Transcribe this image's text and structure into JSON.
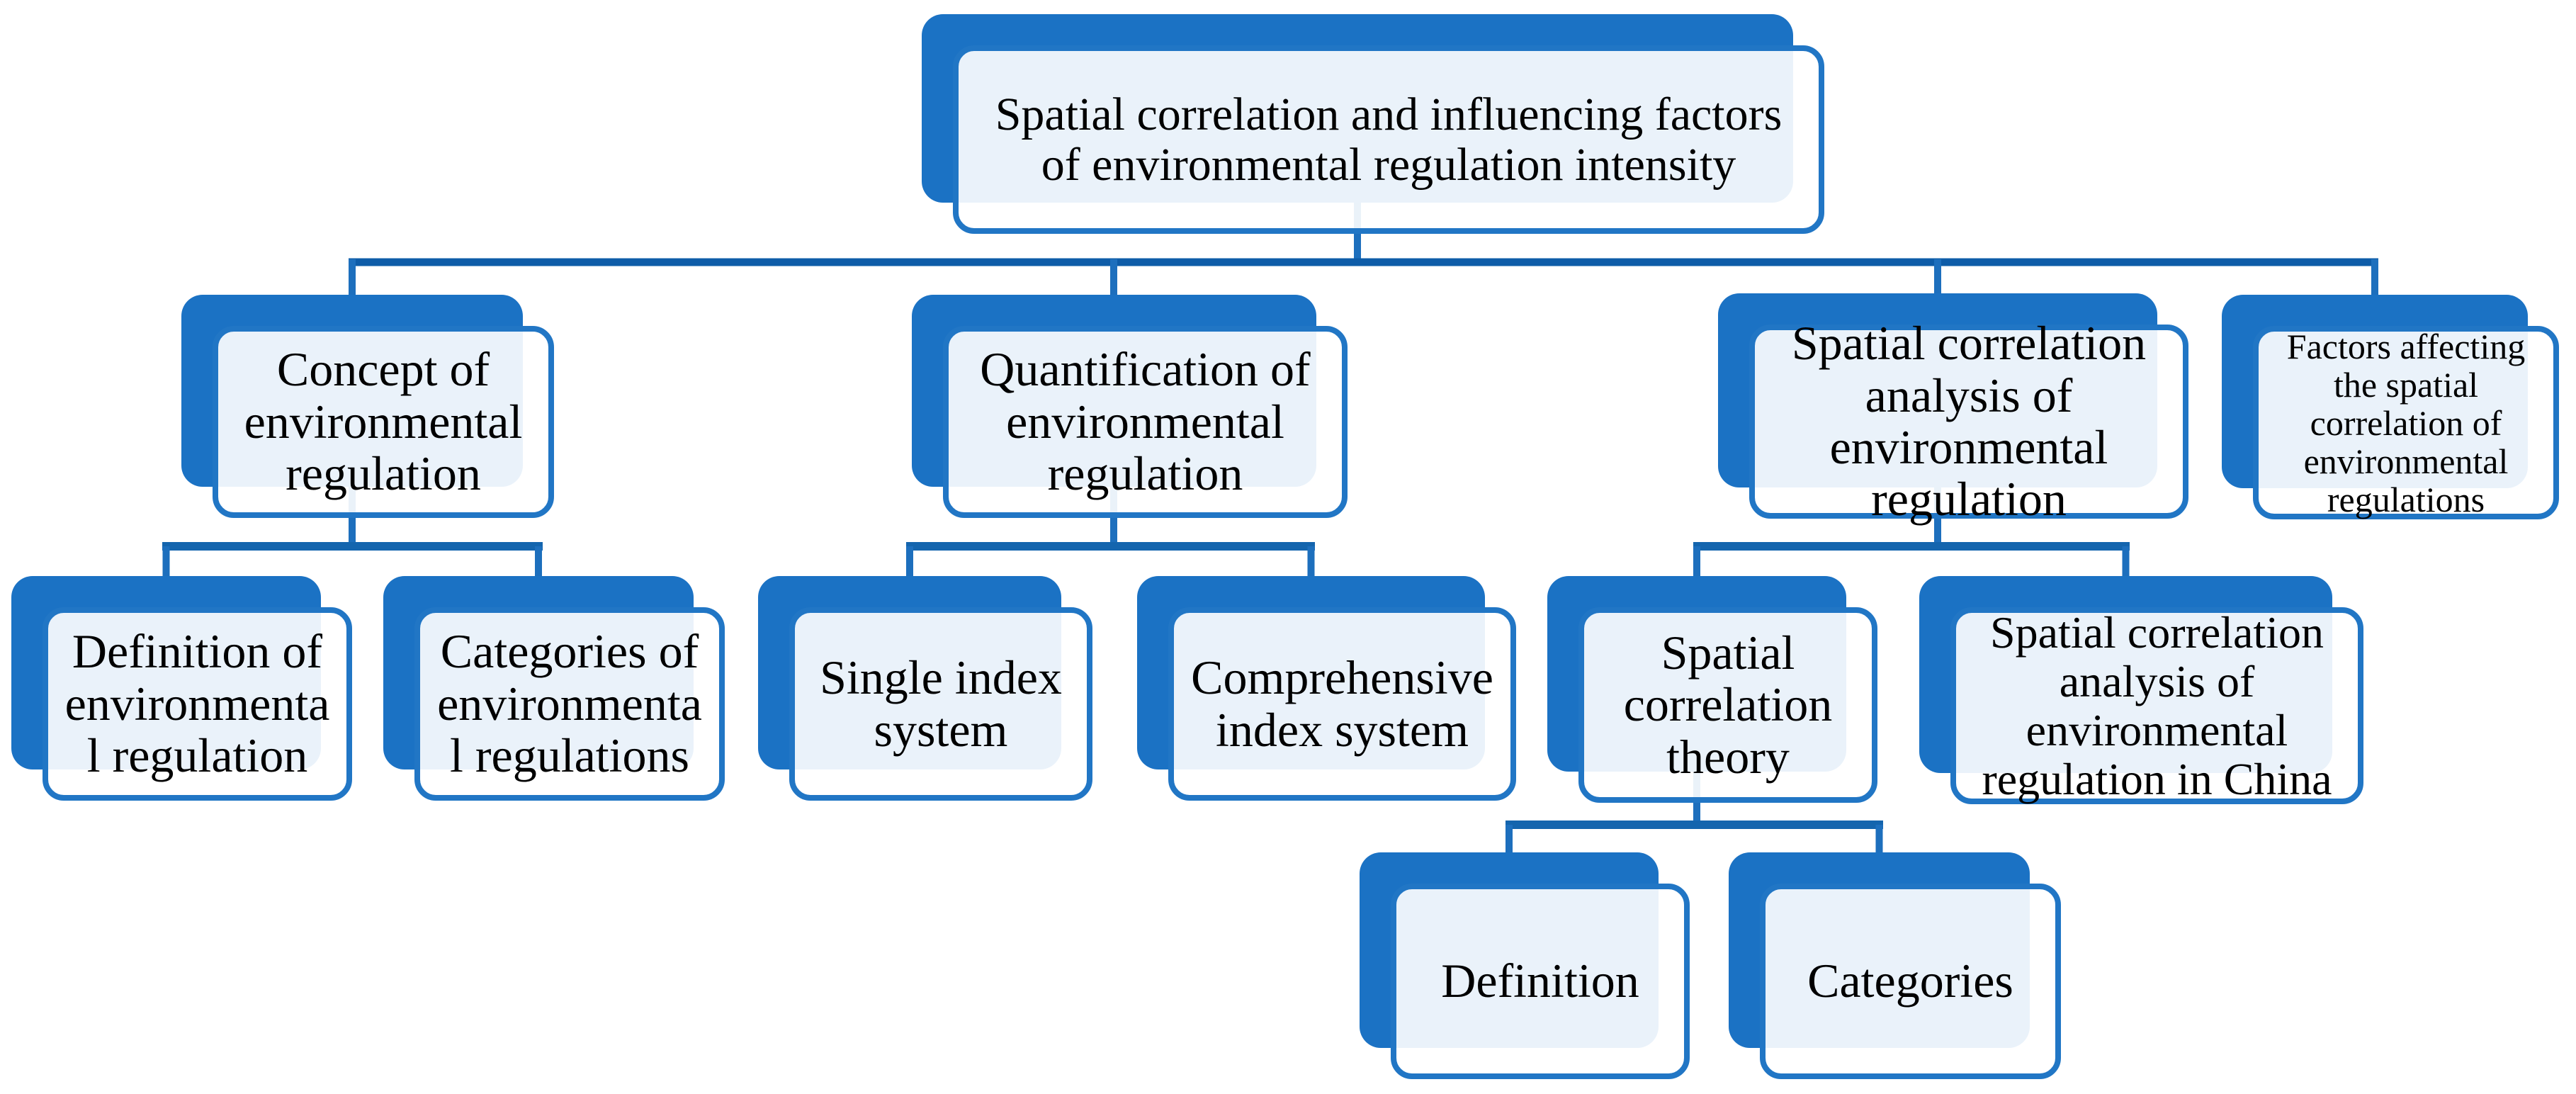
{
  "figure": {
    "type": "hierarchy-diagram",
    "colors": {
      "node_blue": "#1B72C4",
      "border_blue": "#2176C5",
      "line_blue": "#1D6FBD",
      "bar_dark_blue": "#0E5CA8",
      "bar_mid_blue": "#1465AE",
      "fill_tint": "#EDF1F9",
      "text_color": "#000000",
      "bg_color": "#FFFFFF"
    },
    "tree": {
      "label": "Spatial correlation and influencing factors\nof environmental regulation intensity",
      "children": [
        {
          "label": "Concept of\nenvironmental\nregulation",
          "children": [
            {
              "label": "Definition of\nenvironmenta\nl regulation"
            },
            {
              "label": "Categories of\nenvironmenta\nl regulations"
            }
          ]
        },
        {
          "label": "Quantification of\nenvironmental\nregulation",
          "children": [
            {
              "label": "Single index\nsystem"
            },
            {
              "label": "Comprehensive\nindex system"
            }
          ]
        },
        {
          "label": "Spatial correlation\nanalysis of\nenvironmental\nregulation",
          "children": [
            {
              "label": "Spatial\ncorrelation\ntheory",
              "children": [
                {
                  "label": "Definition"
                },
                {
                  "label": "Categories"
                }
              ]
            },
            {
              "label": "Spatial correlation\nanalysis of\nenvironmental\nregulation in China"
            }
          ]
        },
        {
          "label": "Factors affecting\nthe spatial\ncorrelation of\nenvironmental\nregulations"
        }
      ]
    }
  }
}
